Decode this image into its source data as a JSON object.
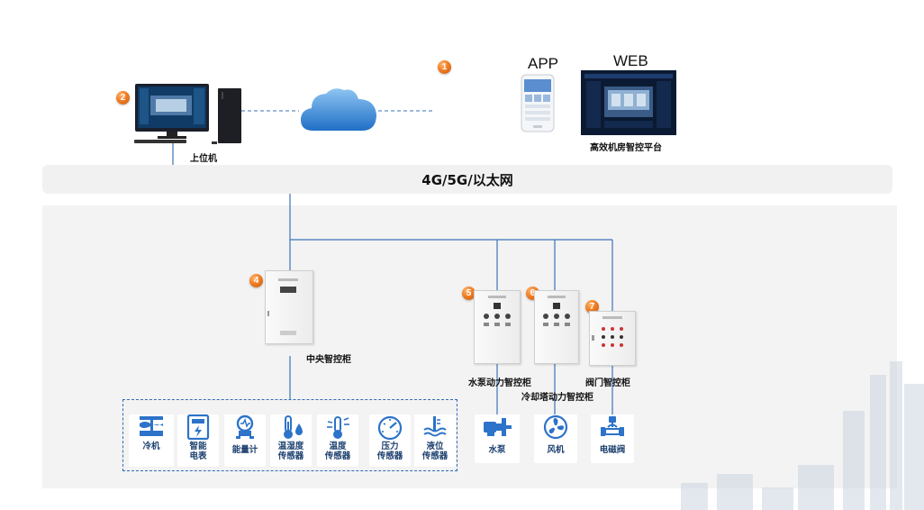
{
  "badges": [
    "1",
    "2",
    "4",
    "5",
    "6",
    "7"
  ],
  "top": {
    "app_label": "APP",
    "web_label": "WEB",
    "web_caption": "高效机房智控平台",
    "host_caption": "上位机"
  },
  "network": {
    "label": "4G/5G/以太网"
  },
  "cabinets": {
    "central": "中央智控柜",
    "pump": "水泵动力智控柜",
    "tower": "冷却塔动力智控柜",
    "valve": "阀门智控柜"
  },
  "sensors": [
    {
      "icon": "chiller-icon",
      "label": "冷机"
    },
    {
      "icon": "smart-meter-icon",
      "label": "智能\n电表"
    },
    {
      "icon": "energy-meter-icon",
      "label": "能量计"
    },
    {
      "icon": "temp-humidity-sensor-icon",
      "label": "温湿度\n传感器"
    },
    {
      "icon": "temperature-sensor-icon",
      "label": "温度\n传感器"
    },
    {
      "icon": "pressure-sensor-icon",
      "label": "压力\n传感器"
    },
    {
      "icon": "level-sensor-icon",
      "label": "液位\n传感器"
    }
  ],
  "actuators": [
    {
      "icon": "pump-icon",
      "label": "水泵"
    },
    {
      "icon": "fan-icon",
      "label": "风机"
    },
    {
      "icon": "solenoid-valve-icon",
      "label": "电磁阀"
    }
  ],
  "colors": {
    "line": "#3b72b8",
    "icon": "#2c73c9",
    "badge": "#f07d22"
  }
}
